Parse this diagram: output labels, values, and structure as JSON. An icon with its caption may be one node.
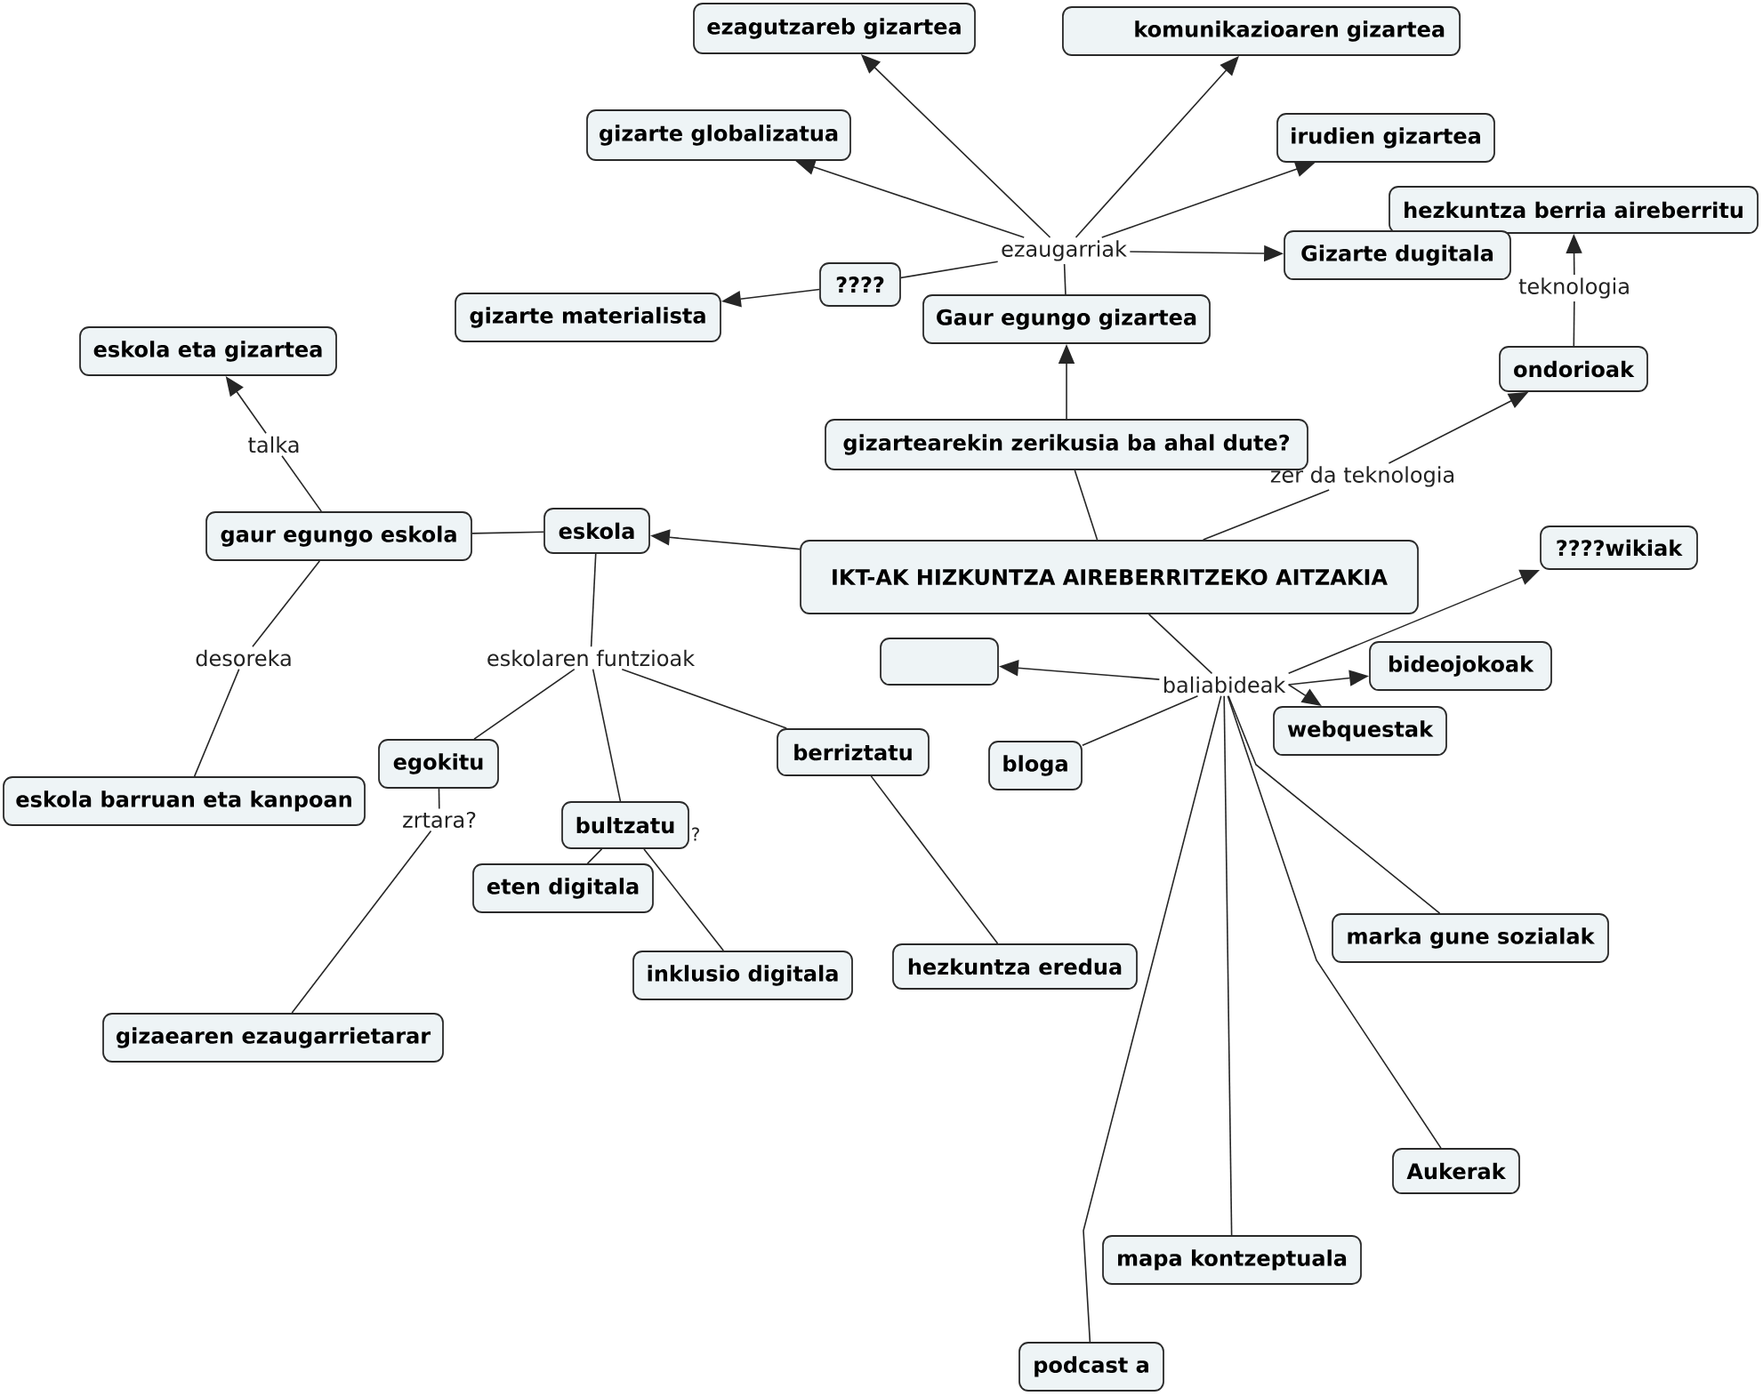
{
  "diagram": {
    "nodes": [
      {
        "text": [
          "ezagutzareb gizartea"
        ]
      },
      {
        "text": [
          "komunikazioaren gizartea"
        ]
      },
      {
        "text": [
          "gizarte globalizatua"
        ]
      },
      {
        "text": [
          "irudien gizartea"
        ]
      },
      {
        "text": [
          "hezkuntza berria aireberritu"
        ]
      },
      {
        "text": [
          "ezaugarriak"
        ]
      },
      {
        "text": [
          "Gizarte dugitala"
        ]
      },
      {
        "text": [
          "????"
        ]
      },
      {
        "text": [
          "gizarte materialista"
        ]
      },
      {
        "text": [
          "Gaur egungo gizartea"
        ]
      },
      {
        "text": [
          "teknologia"
        ]
      },
      {
        "text": [
          "eskola eta gizartea"
        ]
      },
      {
        "text": [
          "ondorioak"
        ]
      },
      {
        "text": [
          "gizartearekin zerikusia ba ahal dute?"
        ]
      },
      {
        "text": [
          "talka"
        ]
      },
      {
        "text": [
          "zer da teknologia"
        ]
      },
      {
        "text": [
          "eskola"
        ]
      },
      {
        "text": [
          "gaur egungo eskola"
        ]
      },
      {
        "text": [
          "????wikiak"
        ]
      },
      {
        "text": [
          "IKT-AK HIZKUNTZA AIREBERRITZEKO AITZAKIA"
        ]
      },
      {
        "text": [
          "bideojokoak"
        ]
      },
      {
        "text": [],
        "shape": "box"
      },
      {
        "text": [
          "desoreka"
        ]
      },
      {
        "text": [
          "eskolaren funtzioak"
        ]
      },
      {
        "text": [
          "baliabideak"
        ]
      },
      {
        "text": [
          "webquestak"
        ]
      },
      {
        "text": [
          "egokitu"
        ]
      },
      {
        "text": [
          "berriztatu"
        ]
      },
      {
        "text": [
          "bloga"
        ]
      },
      {
        "text": [
          "eskola barruan eta kanpoan"
        ]
      },
      {
        "text": [
          "zrtara?"
        ]
      },
      {
        "text": [
          "bultzatu"
        ]
      },
      {
        "text": [
          "eten digitala"
        ]
      },
      {
        "text": [
          "marka gune sozialak"
        ]
      },
      {
        "text": [
          "inklusio digitala"
        ]
      },
      {
        "text": [
          "hezkuntza eredua"
        ]
      },
      {
        "text": [
          "gizaearen ezaugarrietarar"
        ]
      },
      {
        "text": [
          "Aukerak"
        ]
      },
      {
        "text": [
          "mapa kontzeptuala"
        ]
      },
      {
        "text": [
          "podcast a"
        ]
      }
    ],
    "edges": [
      {
        "from": 19,
        "to": 13,
        "arrow": "none"
      },
      {
        "from": 13,
        "to": 9,
        "arrow": "to"
      },
      {
        "from": 9,
        "to": 5,
        "arrow": "none"
      },
      {
        "from": 5,
        "to": 0,
        "arrow": "to"
      },
      {
        "from": 5,
        "to": 1,
        "arrow": "to"
      },
      {
        "from": 5,
        "to": 2,
        "arrow": "to"
      },
      {
        "from": 5,
        "to": 3,
        "arrow": "to"
      },
      {
        "from": 5,
        "to": 6,
        "arrow": "to"
      },
      {
        "from": 5,
        "to": 7,
        "arrow": "none"
      },
      {
        "from": 7,
        "to": 8,
        "arrow": "to"
      },
      {
        "from": 19,
        "to": 15,
        "arrow": "none"
      },
      {
        "from": 15,
        "to": 12,
        "arrow": "to"
      },
      {
        "from": 12,
        "to": 10,
        "arrow": "none"
      },
      {
        "from": 10,
        "to": 4,
        "arrow": "to"
      },
      {
        "from": 19,
        "to": 16,
        "arrow": "to"
      },
      {
        "from": 16,
        "to": 17,
        "arrow": "none"
      },
      {
        "from": 17,
        "to": 14,
        "arrow": "none"
      },
      {
        "from": 14,
        "to": 11,
        "arrow": "to"
      },
      {
        "from": 17,
        "to": 22,
        "arrow": "none"
      },
      {
        "from": 22,
        "to": 29,
        "arrow": "none"
      },
      {
        "from": 16,
        "to": 23,
        "arrow": "none"
      },
      {
        "from": 23,
        "to": 26,
        "arrow": "none"
      },
      {
        "from": 23,
        "to": 31,
        "arrow": "none"
      },
      {
        "from": 23,
        "to": 27,
        "arrow": "none"
      },
      {
        "from": 26,
        "to": 30,
        "arrow": "none"
      },
      {
        "from": 30,
        "to": 36,
        "arrow": "none"
      },
      {
        "from": 31,
        "to": 32,
        "arrow": "none"
      },
      {
        "from": 31,
        "to": 34,
        "arrow": "none"
      },
      {
        "from": 27,
        "to": 35,
        "arrow": "none"
      },
      {
        "from": 19,
        "to": 24,
        "arrow": "none"
      },
      {
        "from": 24,
        "to": 21,
        "arrow": "to"
      },
      {
        "from": 24,
        "to": 20,
        "arrow": "to"
      },
      {
        "from": 24,
        "to": 18,
        "arrow": "to"
      },
      {
        "from": 24,
        "to": 25,
        "arrow": "to"
      },
      {
        "from": 24,
        "to": 28,
        "arrow": "none"
      },
      {
        "from": 24,
        "to": 33,
        "arrow": "none"
      },
      {
        "from": 24,
        "to": 37,
        "arrow": "none"
      },
      {
        "from": 24,
        "to": 38,
        "arrow": "none"
      },
      {
        "from": 24,
        "to": 39,
        "arrow": "none"
      }
    ],
    "labels": [
      "?"
    ]
  }
}
